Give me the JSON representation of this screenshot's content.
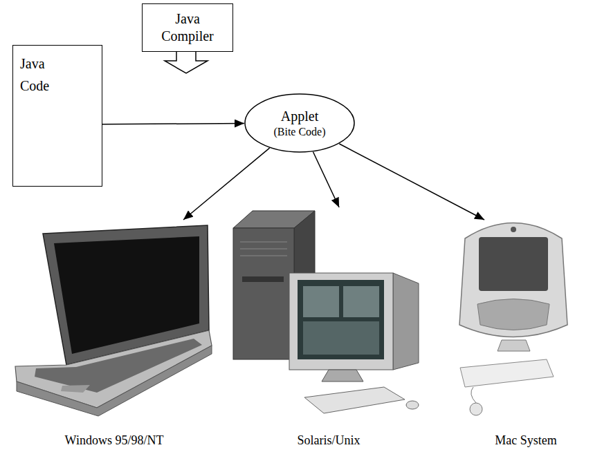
{
  "diagram": {
    "nodes": [
      {
        "text": [
          "Java Compiler"
        ]
      },
      {
        "text": [
          "Java Code"
        ]
      },
      {
        "text": [
          "Applet",
          "(Bite Code)"
        ]
      },
      {
        "text": [
          "Windows 95/98/NT"
        ]
      },
      {
        "text": [
          "Solaris/Unix"
        ]
      },
      {
        "text": [
          "Mac System"
        ]
      }
    ],
    "edges": [
      {
        "from": 1,
        "to": 2,
        "arrow": "to"
      },
      {
        "from": 2,
        "to": 3,
        "arrow": "to"
      },
      {
        "from": 2,
        "to": 4,
        "arrow": "to"
      },
      {
        "from": 2,
        "to": 5,
        "arrow": "to"
      }
    ]
  }
}
